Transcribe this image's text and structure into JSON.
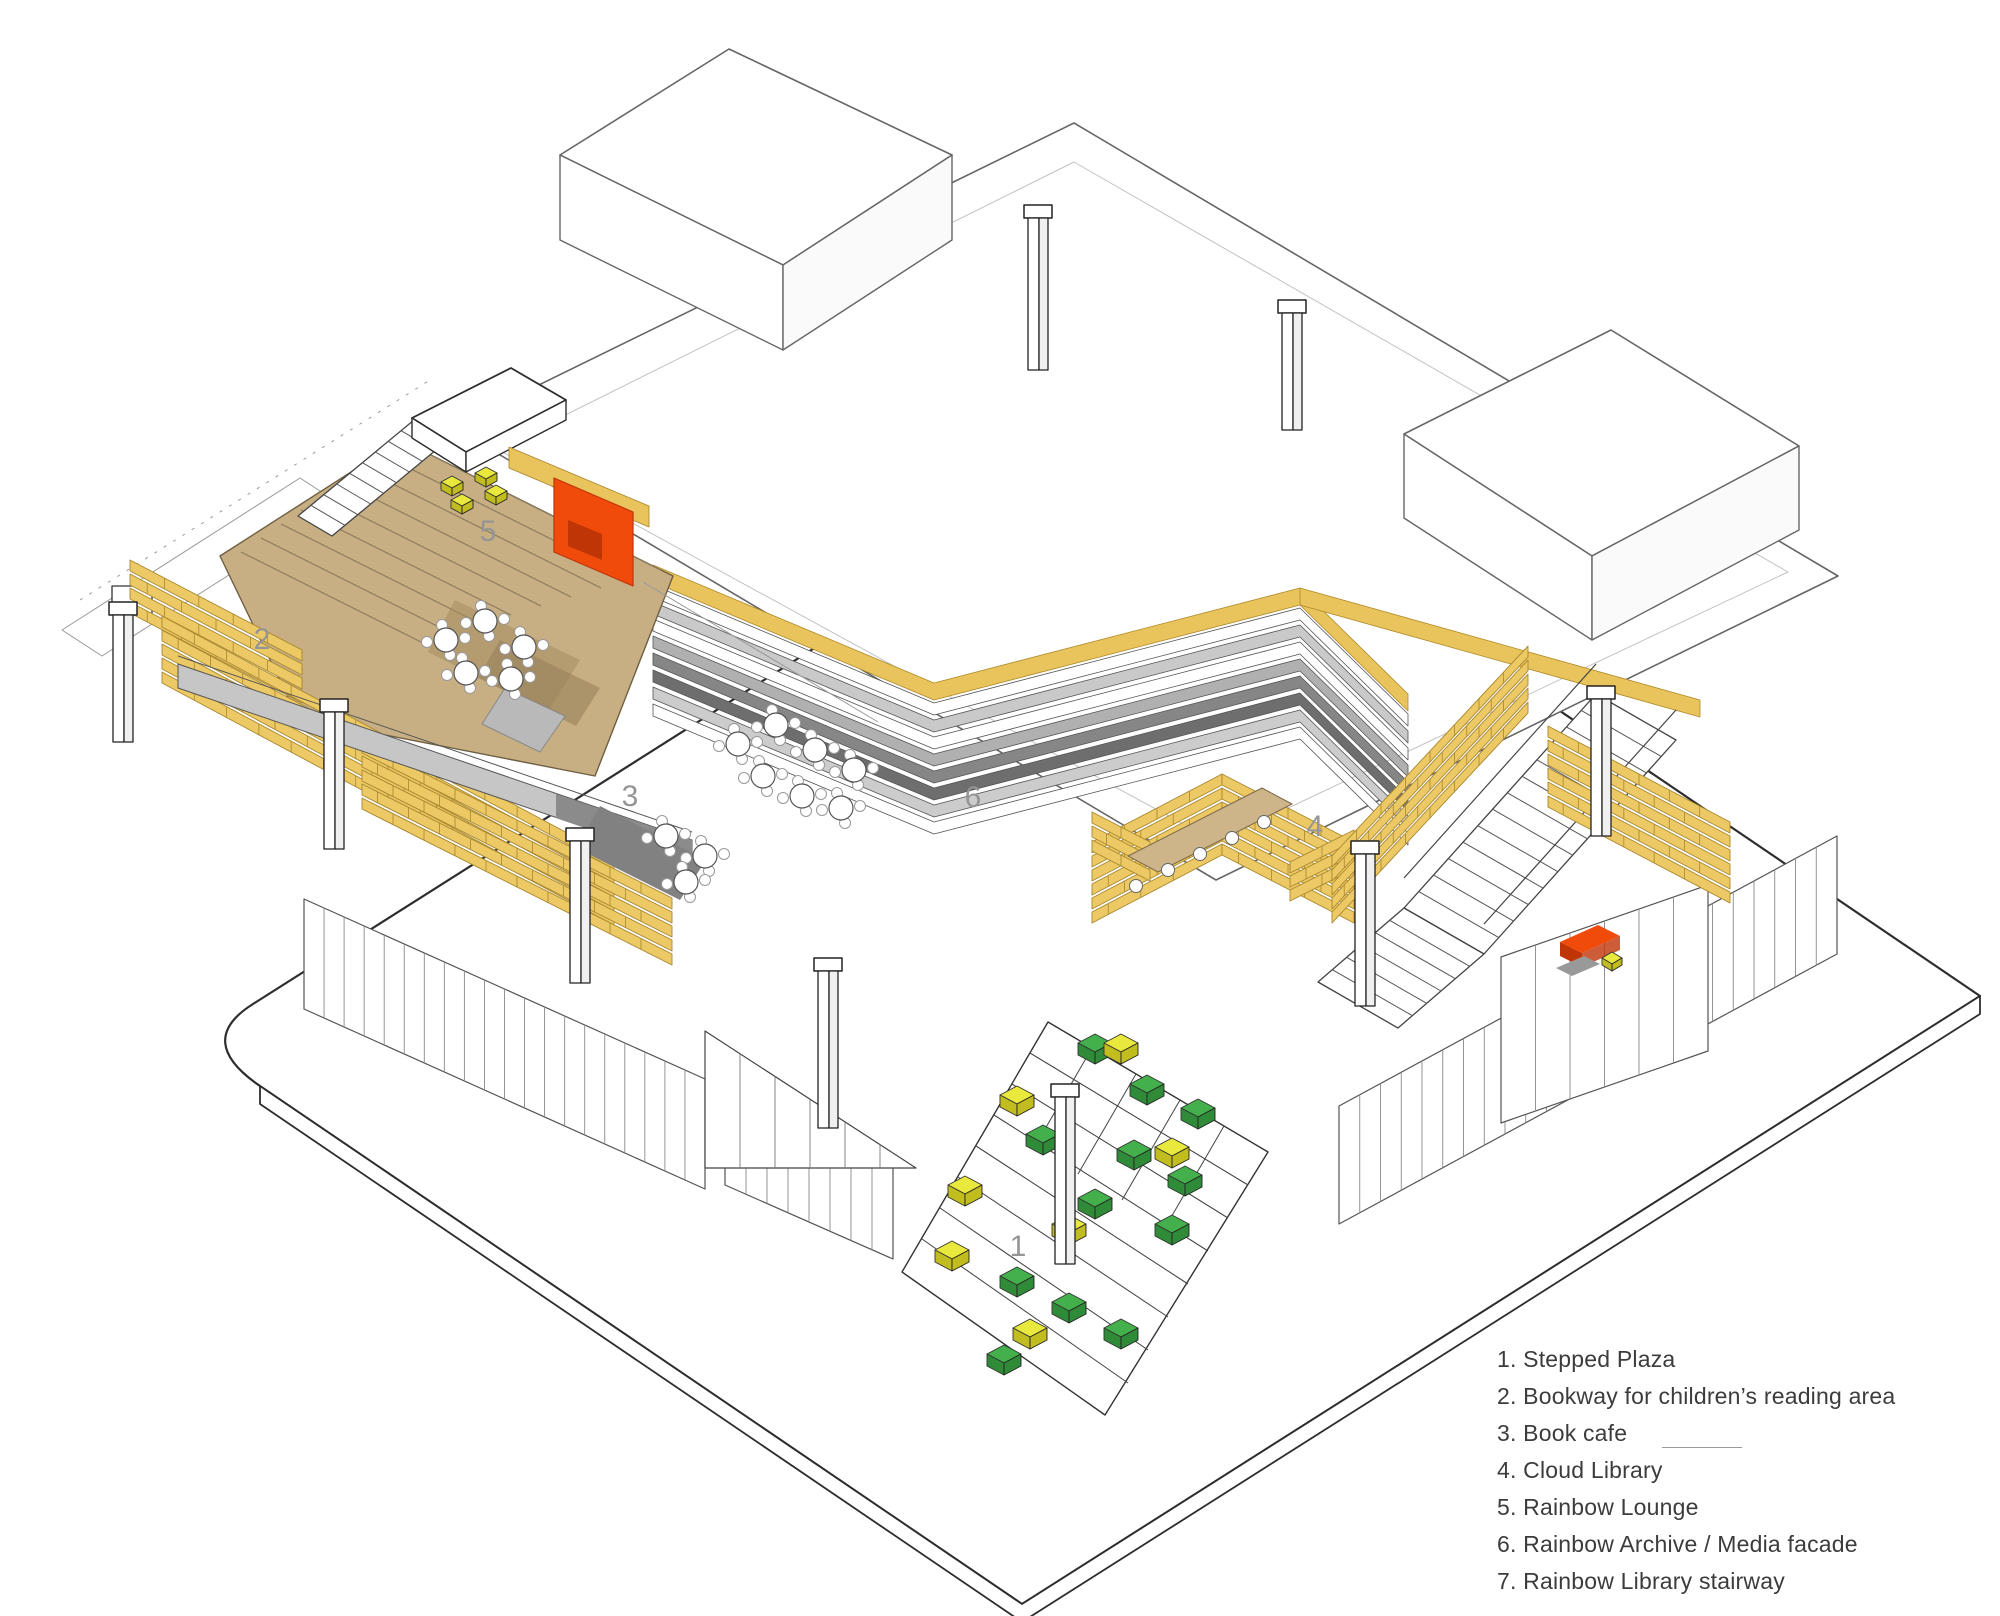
{
  "diagram": {
    "type": "axonometric architectural diagram",
    "background": "#ffffff"
  },
  "markers": [
    "1",
    "2",
    "3",
    "4",
    "5",
    "6"
  ],
  "legend": {
    "items": [
      "1. Stepped Plaza",
      "2. Bookway for children’s reading area",
      "3. Book cafe",
      "4. Cloud Library",
      "5. Rainbow Lounge",
      "6. Rainbow Archive / Media facade",
      "7. Rainbow Library stairway"
    ]
  },
  "colors": {
    "background": "#ffffff",
    "line_dark": "#2d2d2d",
    "line_mid": "#666666",
    "line_light": "#aaaaaa",
    "brick": "#ecc964",
    "brick_line": "#a8872f",
    "band_yellow": "#e9c45d",
    "tan": "#c7ae83",
    "tan_dark": "#a68c60",
    "orange": "#f14b0c",
    "orange_dark": "#bf3506",
    "cube_green": "#44b04c",
    "cube_green_dark": "#2f8b38",
    "cube_yellow": "#e9e83d",
    "cube_yellow_dark": "#c2bd1e",
    "ramp_grey": "#c6c6c6",
    "dark_grey": "#828282",
    "louver_greys": [
      "#ffffff",
      "#c9c9c9",
      "#ffffff",
      "#b0b0b0",
      "#868686",
      "#6e6e6e",
      "#cccccc",
      "#ffffff"
    ],
    "marker_grey": "#959595",
    "legend_text": "#3c3c3c"
  }
}
